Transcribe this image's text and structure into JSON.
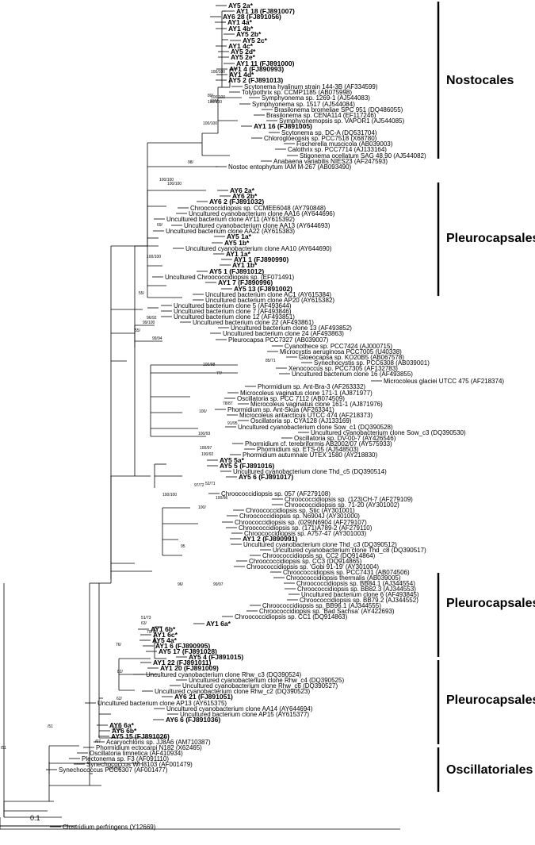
{
  "leaves": [
    {
      "label": "AY5 2a*",
      "bold": true
    },
    {
      "label": "AY1 18 (FJ891007)",
      "bold": true
    },
    {
      "label": "AY6 28 (FJ891056)",
      "bold": true
    },
    {
      "label": "AY1 4a*",
      "bold": true
    },
    {
      "label": "AY1 4b*",
      "bold": true
    },
    {
      "label": "AY5 2b*",
      "bold": true
    },
    {
      "label": "AY5 2c*",
      "bold": true
    },
    {
      "label": "AY1 4c*",
      "bold": true
    },
    {
      "label": "AY5 2d*",
      "bold": true
    },
    {
      "label": "AY5 2e*",
      "bold": true
    },
    {
      "label": "AY1 11 (FJ891000)",
      "bold": true
    },
    {
      "label": "AY1 4 (FJ890993)",
      "bold": true
    },
    {
      "label": "AY1 4d*",
      "bold": true
    },
    {
      "label": "AY5 2 (FJ891013)",
      "bold": true
    },
    {
      "label": "Scytonema hyalinum strain 144-3B (AF334599)",
      "bold": false
    },
    {
      "label": "Tolypothrix sp. CCMP1185 (AB075998)",
      "bold": false
    },
    {
      "label": "Symphyonema sp. 1269-1 (AJ544083)",
      "bold": false
    },
    {
      "label": "Symphyonema sp. 1517 (AJ544084)",
      "bold": false
    },
    {
      "label": "Brasilonema bromeliae SPC 951 (DQ486055)",
      "bold": false
    },
    {
      "label": "Brasilonema sp. CENA114 (EF117246)",
      "bold": false
    },
    {
      "label": "Symphyonemopsis sp. VAPOR1 (AJ544085)",
      "bold": false
    },
    {
      "label": "AY1 16 (FJ891005)",
      "bold": true
    },
    {
      "label": "Scytonema sp. DC-A (DQ531704)",
      "bold": false
    },
    {
      "label": "Chlorogloeopsis sp. PCC7518 (X68780)",
      "bold": false
    },
    {
      "label": "Fischerella muscicola (AB039003)",
      "bold": false
    },
    {
      "label": "Calothrix sp. PCC7714 (AJ133164)",
      "bold": false
    },
    {
      "label": "Stigonema ocellatum SAG 48.90 (AJ544082)",
      "bold": false
    },
    {
      "label": "Anabaena variabilis NIES23 (AF247593)",
      "bold": false
    },
    {
      "label": "Nostoc entophytum IAM M-267 (AB093490)",
      "bold": false
    },
    {
      "label": "AY6 2a*",
      "bold": true
    },
    {
      "label": "AY6 2b*",
      "bold": true
    },
    {
      "label": "AY6 2 (FJ891032)",
      "bold": true
    },
    {
      "label": "Chroococcidiopsis sp. CCMEE6048 (AY790848)",
      "bold": false
    },
    {
      "label": "Uncultured cyanobacterium clone AA16 (AY644696)",
      "bold": false
    },
    {
      "label": "Uncultured bacterium clone AY11 (AY615392)",
      "bold": false
    },
    {
      "label": "Uncultured cyanobacterium clone AA13 (AY644693)",
      "bold": false
    },
    {
      "label": "Uncultured bacterium clone AA22 (AY615383)",
      "bold": false
    },
    {
      "label": "AY5 1a*",
      "bold": true
    },
    {
      "label": "AY5 1b*",
      "bold": true
    },
    {
      "label": "Uncultured cyanobacterium clone AA10 (AY644690)",
      "bold": false
    },
    {
      "label": "AY1 1a*",
      "bold": true
    },
    {
      "label": "AY1 1 (FJ890990)",
      "bold": true
    },
    {
      "label": "AY1 1b*",
      "bold": true
    },
    {
      "label": "AY5 1 (FJ891012)",
      "bold": true
    },
    {
      "label": "Uncultured Chroococcidiopsis sp. (EF071491)",
      "bold": false
    },
    {
      "label": "AY1 7 (FJ890996)",
      "bold": true
    },
    {
      "label": "AY5 13 (FJ891002)",
      "bold": true
    },
    {
      "label": "Uncultured bacterium clone AC1 (AY615384)",
      "bold": false
    },
    {
      "label": "Uncultured bacterium clone AP20 (AY615382)",
      "bold": false
    },
    {
      "label": "Uncultured bacterium clone 5 (AF493644)",
      "bold": false
    },
    {
      "label": "Uncultured bacterium clone 7 (AF493846)",
      "bold": false
    },
    {
      "label": "Uncultured bacterium clone 12 (AF493851)",
      "bold": false
    },
    {
      "label": "Uncultured bacterium clone 22 (AF493861)",
      "bold": false
    },
    {
      "label": "Uncultured bacterium clone 13 (AF493852)",
      "bold": false
    },
    {
      "label": "Uncultured bacterium clone 24 (AF493863)",
      "bold": false
    },
    {
      "label": "Pleurocapsa PCC7327 (AB039007)",
      "bold": false
    },
    {
      "label": "Cyanothece sp. PCC7424 (AJ000715)",
      "bold": false
    },
    {
      "label": "Microcystis aeruginosa PCC7005 (U40338)",
      "bold": false
    },
    {
      "label": "Gloeocapsa sp. KO20B5 (AB067578)",
      "bold": false
    },
    {
      "label": "Synechocystis sp. PCC6308 (AB039001)",
      "bold": false
    },
    {
      "label": "Xenococcus sp. PCC7305 (AF132783)",
      "bold": false
    },
    {
      "label": "Uncultured bacterium clone 16 (AF493855)",
      "bold": false
    },
    {
      "label": "Microcoleus glaciei UTCC 475 (AF218374)",
      "bold": false
    },
    {
      "label": "Phormidium sp. Ant-Bra-3 (AF263332)",
      "bold": false
    },
    {
      "label": "Microcoleus vaginatus clone 171-1 (AJ871977)",
      "bold": false
    },
    {
      "label": "Oscillatoria sp. PCC 7112 (AB074509)",
      "bold": false
    },
    {
      "label": "Microcoleus vaginatus clone 161-1 (AJ871976)",
      "bold": false
    },
    {
      "label": "Phormidium sp. Ant-Skua (AF263341)",
      "bold": false
    },
    {
      "label": "Microcoleus antarcticus UTCC 474 (AF218373)",
      "bold": false
    },
    {
      "label": "Oscillatoria sp. CYA128 (AJ133169)",
      "bold": false
    },
    {
      "label": "Uncultured cyanobacterium clone Sow_c1 (DQ390528)",
      "bold": false
    },
    {
      "label": "Uncultured cyanobacterium clone Sow_c3 (DQ390530)",
      "bold": false
    },
    {
      "label": "Oscillatoria sp. DV-00-7 (AY426546)",
      "bold": false
    },
    {
      "label": "Phormidium cf. terebriformis AB2002/07 (AY575933)",
      "bold": false
    },
    {
      "label": "Phormidium sp. ETS-05 (AJ548503)",
      "bold": false
    },
    {
      "label": "Phormidium autumnale UTEX 1580 (AY218830)",
      "bold": false
    },
    {
      "label": "AY5 5a*",
      "bold": true
    },
    {
      "label": "AY5 5 (FJ891016)",
      "bold": true
    },
    {
      "label": "Uncultured cyanobacterium clone Thd_c5 (DQ390514)",
      "bold": false
    },
    {
      "label": "AY5 6 (FJ891017)",
      "bold": true
    },
    {
      "label": "Chroococcidiopsis sp. 057 (AF279108)",
      "bold": false
    },
    {
      "label": "Chroococcidiopsis sp. (123)CH-7 (AF279109)",
      "bold": false
    },
    {
      "label": "Chroococcidiopsis sp. 71-20 (AY301002)",
      "bold": false
    },
    {
      "label": "Chroococcidiopsis sp. Stic (AY301001)",
      "bold": false
    },
    {
      "label": "Chroococcidiopsis sp. N6904J (AY301000)",
      "bold": false
    },
    {
      "label": "Chroococcidiopsis sp. (029)N6904 (AF279107)",
      "bold": false
    },
    {
      "label": "Chroococcidiopsis sp. (171)A789-2 (AF279110)",
      "bold": false
    },
    {
      "label": "Chroococcidiopsis sp. A757-47 (AY301003)",
      "bold": false
    },
    {
      "label": "AY1 2 (FJ890991)",
      "bold": true
    },
    {
      "label": "Uncultured cyanobacterium clone Thd_c3 (DQ390512)",
      "bold": false
    },
    {
      "label": "Uncultured cyanobacterium clone Thd_c8 (DQ390517)",
      "bold": false
    },
    {
      "label": "Chroococcidiopsis sp. CC2 (DQ914864)",
      "bold": false
    },
    {
      "label": "Chroococcidiopsis sp. CC3 (DQ914865)",
      "bold": false
    },
    {
      "label": "Chroococcidiopsis sp. 'Gobi 91-19' (AY301004)",
      "bold": false
    },
    {
      "label": "Chroococcidiopsis sp. PCC7431 (AB074506)",
      "bold": false
    },
    {
      "label": "Chroococcidiopsis thermalis (AB039005)",
      "bold": false
    },
    {
      "label": "Chroococcidiopsis sp. BB84.1 (AJ344554)",
      "bold": false
    },
    {
      "label": "Chroococcidiopsis sp. BB82.3 (AJ344553)",
      "bold": false
    },
    {
      "label": "Uncultured bacterium clone 6 (AF493845)",
      "bold": false
    },
    {
      "label": "Chroococcidiopsis sp. BB79.2 (AJ344552)",
      "bold": false
    },
    {
      "label": "Chroococcidiopsis sp. BB96.1 (AJ344555)",
      "bold": false
    },
    {
      "label": "Chroococcidiopsis sp. 'Bad Sachsa' (AY422693)",
      "bold": false
    },
    {
      "label": "Chroococcidiopsis sp. CC1 (DQ914863)",
      "bold": false
    },
    {
      "label": "AY1 6a*",
      "bold": true
    },
    {
      "label": "AY1 6b*",
      "bold": true
    },
    {
      "label": "AY1 6c*",
      "bold": true
    },
    {
      "label": "AY5 4a*",
      "bold": true
    },
    {
      "label": "AY1 6 (FJ890995)",
      "bold": true
    },
    {
      "label": "AY5 17 (FJ891028)",
      "bold": true
    },
    {
      "label": "AY5 4 (FJ891015)",
      "bold": true
    },
    {
      "label": "AY1 22 (FJ891011)",
      "bold": true
    },
    {
      "label": "AY1 20 (FJ891009)",
      "bold": true
    },
    {
      "label": "Uncultured cyanobacterium clone Rhw_c3 (DQ390524)",
      "bold": false
    },
    {
      "label": "Uncultured cyanobacterium clone Rhw_c4 (DQ390525)",
      "bold": false
    },
    {
      "label": "Uncultured cyanobacterium clone Rhw_c6 (DQ390527)",
      "bold": false
    },
    {
      "label": "Uncultured cyanobacterium clone Rhw_c2 (DQ390523)",
      "bold": false
    },
    {
      "label": "AY6 21 (FJ891051)",
      "bold": true
    },
    {
      "label": "Uncultured bacterium clone AP13 (AY615375)",
      "bold": false
    },
    {
      "label": "Uncultured cyanobacterium clone AA14 (AY644694)",
      "bold": false
    },
    {
      "label": "Uncultured bacterium clone AP15 (AY615377)",
      "bold": false
    },
    {
      "label": "AY6 6 (FJ891036)",
      "bold": true
    },
    {
      "label": "AY6 6a*",
      "bold": true
    },
    {
      "label": "AY6 6b*",
      "bold": true
    },
    {
      "label": "AY5 15 (FJ891026)",
      "bold": true
    },
    {
      "label": "Acaryochloris sp. JJ8A6 (AM710387)",
      "bold": false
    },
    {
      "label": "Phormidium ectocarpi N182 (X62465)",
      "bold": false
    },
    {
      "label": "Oscillatoria limnetica (AF410934)",
      "bold": false
    },
    {
      "label": "Plectonema sp. F3 (AF091110)",
      "bold": false
    },
    {
      "label": "Synechococcus WH8103 (AF001479)",
      "bold": false
    },
    {
      "label": "Synechococcus PCC6307 (AF001477)",
      "bold": false
    },
    {
      "label": "Clostridium perfringens (Y12669)",
      "bold": false
    }
  ],
  "bootstrap": [
    "100/100",
    "80/",
    "100/100",
    "100/",
    "100/100",
    "100/100",
    "98/",
    "100/100",
    "100/100",
    "69/",
    "100/100",
    "99/100",
    "55/",
    "96/92",
    "55/",
    "99/94",
    "85/71",
    "100/98",
    "77/",
    "100/93",
    "78/87",
    "91/95",
    "100/",
    "100/97",
    "100/92",
    "52/71",
    "97/72",
    "100/100",
    "100/96",
    "100/",
    "95",
    "96/",
    "99/97",
    "51/73",
    "63/",
    "70/75",
    "76/",
    "82/",
    "62/",
    "97/72",
    "100/100",
    "/67",
    "/51",
    "/51"
  ],
  "groups": [
    {
      "label": "Nostocales"
    },
    {
      "label": "Pleurocapsales"
    },
    {
      "label": "Pleurocapsales"
    },
    {
      "label": "Pleurocapsales"
    },
    {
      "label": "Oscillatoriales"
    }
  ],
  "scale_bar": {
    "label": "0.1"
  }
}
